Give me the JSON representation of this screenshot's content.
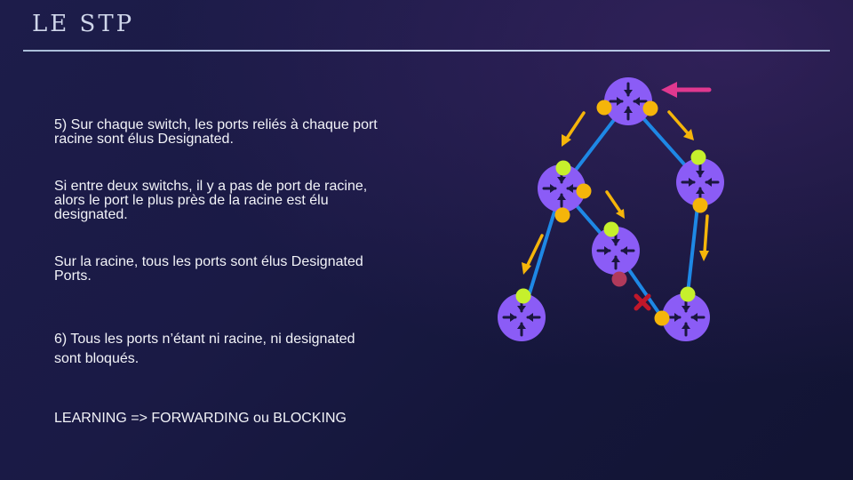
{
  "slide": {
    "title": "LE STP"
  },
  "paragraphs": {
    "p1": "5) Sur chaque switch, les ports reliés à chaque port racine sont élus Designated.",
    "p2": "Si entre deux switchs, il y a pas de port de racine, alors le port le plus près de la racine est élu designated.",
    "p3": "Sur la racine, tous les ports sont élus Designated Ports.",
    "p4": "6) Tous les ports n’étant ni racine, ni designated sont bloqués.",
    "p5": "LEARNING => FORWARDING ou BLOCKING"
  },
  "colors": {
    "switch": "#8b5cf6",
    "link": "#1e88e5",
    "designated_port": "#f5b50a",
    "root_port": "#c6f02c",
    "blocked_port": "#b03a5b",
    "blocked_mark": "#c0172a",
    "arrow_designated": "#f5b50a",
    "arrow_root_bridge": "#e0388f"
  },
  "diagram": {
    "switches": [
      "root-bridge",
      "switch-left",
      "switch-right",
      "switch-middle",
      "switch-bottom-left",
      "switch-bottom-right"
    ],
    "port_roles": [
      "designated",
      "root",
      "blocked"
    ]
  }
}
